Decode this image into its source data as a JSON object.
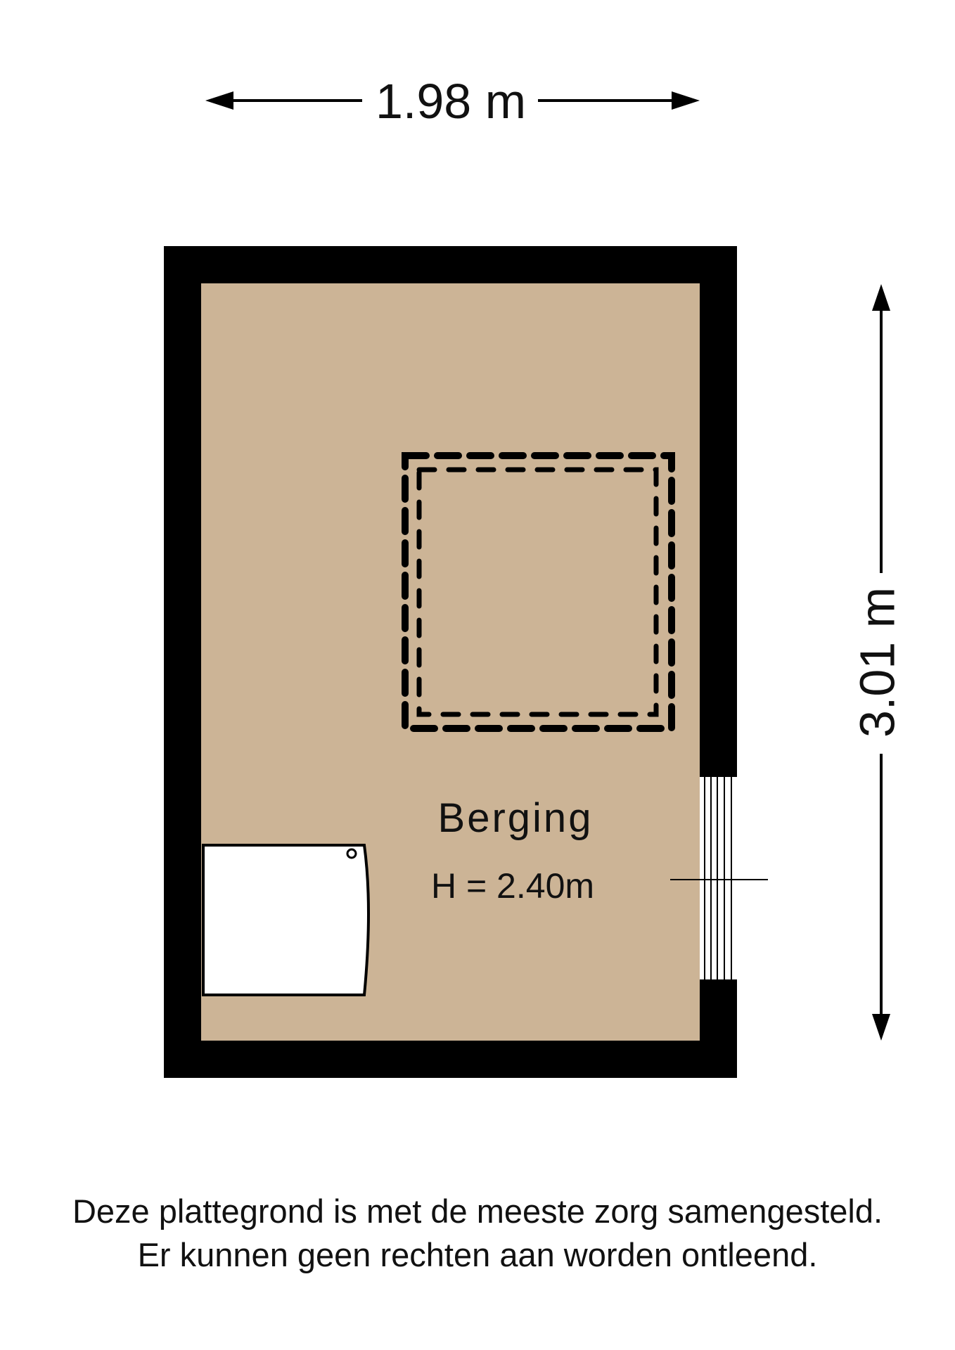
{
  "dimensions": {
    "width_label": "1.98 m",
    "depth_label": "3.01 m"
  },
  "room": {
    "name": "Berging",
    "height_label": "H = 2.40m"
  },
  "colors": {
    "floor": "#ccb496",
    "wall": "#000000",
    "background": "#ffffff"
  },
  "disclaimer": {
    "line1": "Deze plattegrond is met de meeste zorg samengesteld.",
    "line2": "Er kunnen geen rechten aan worden ontleend."
  }
}
